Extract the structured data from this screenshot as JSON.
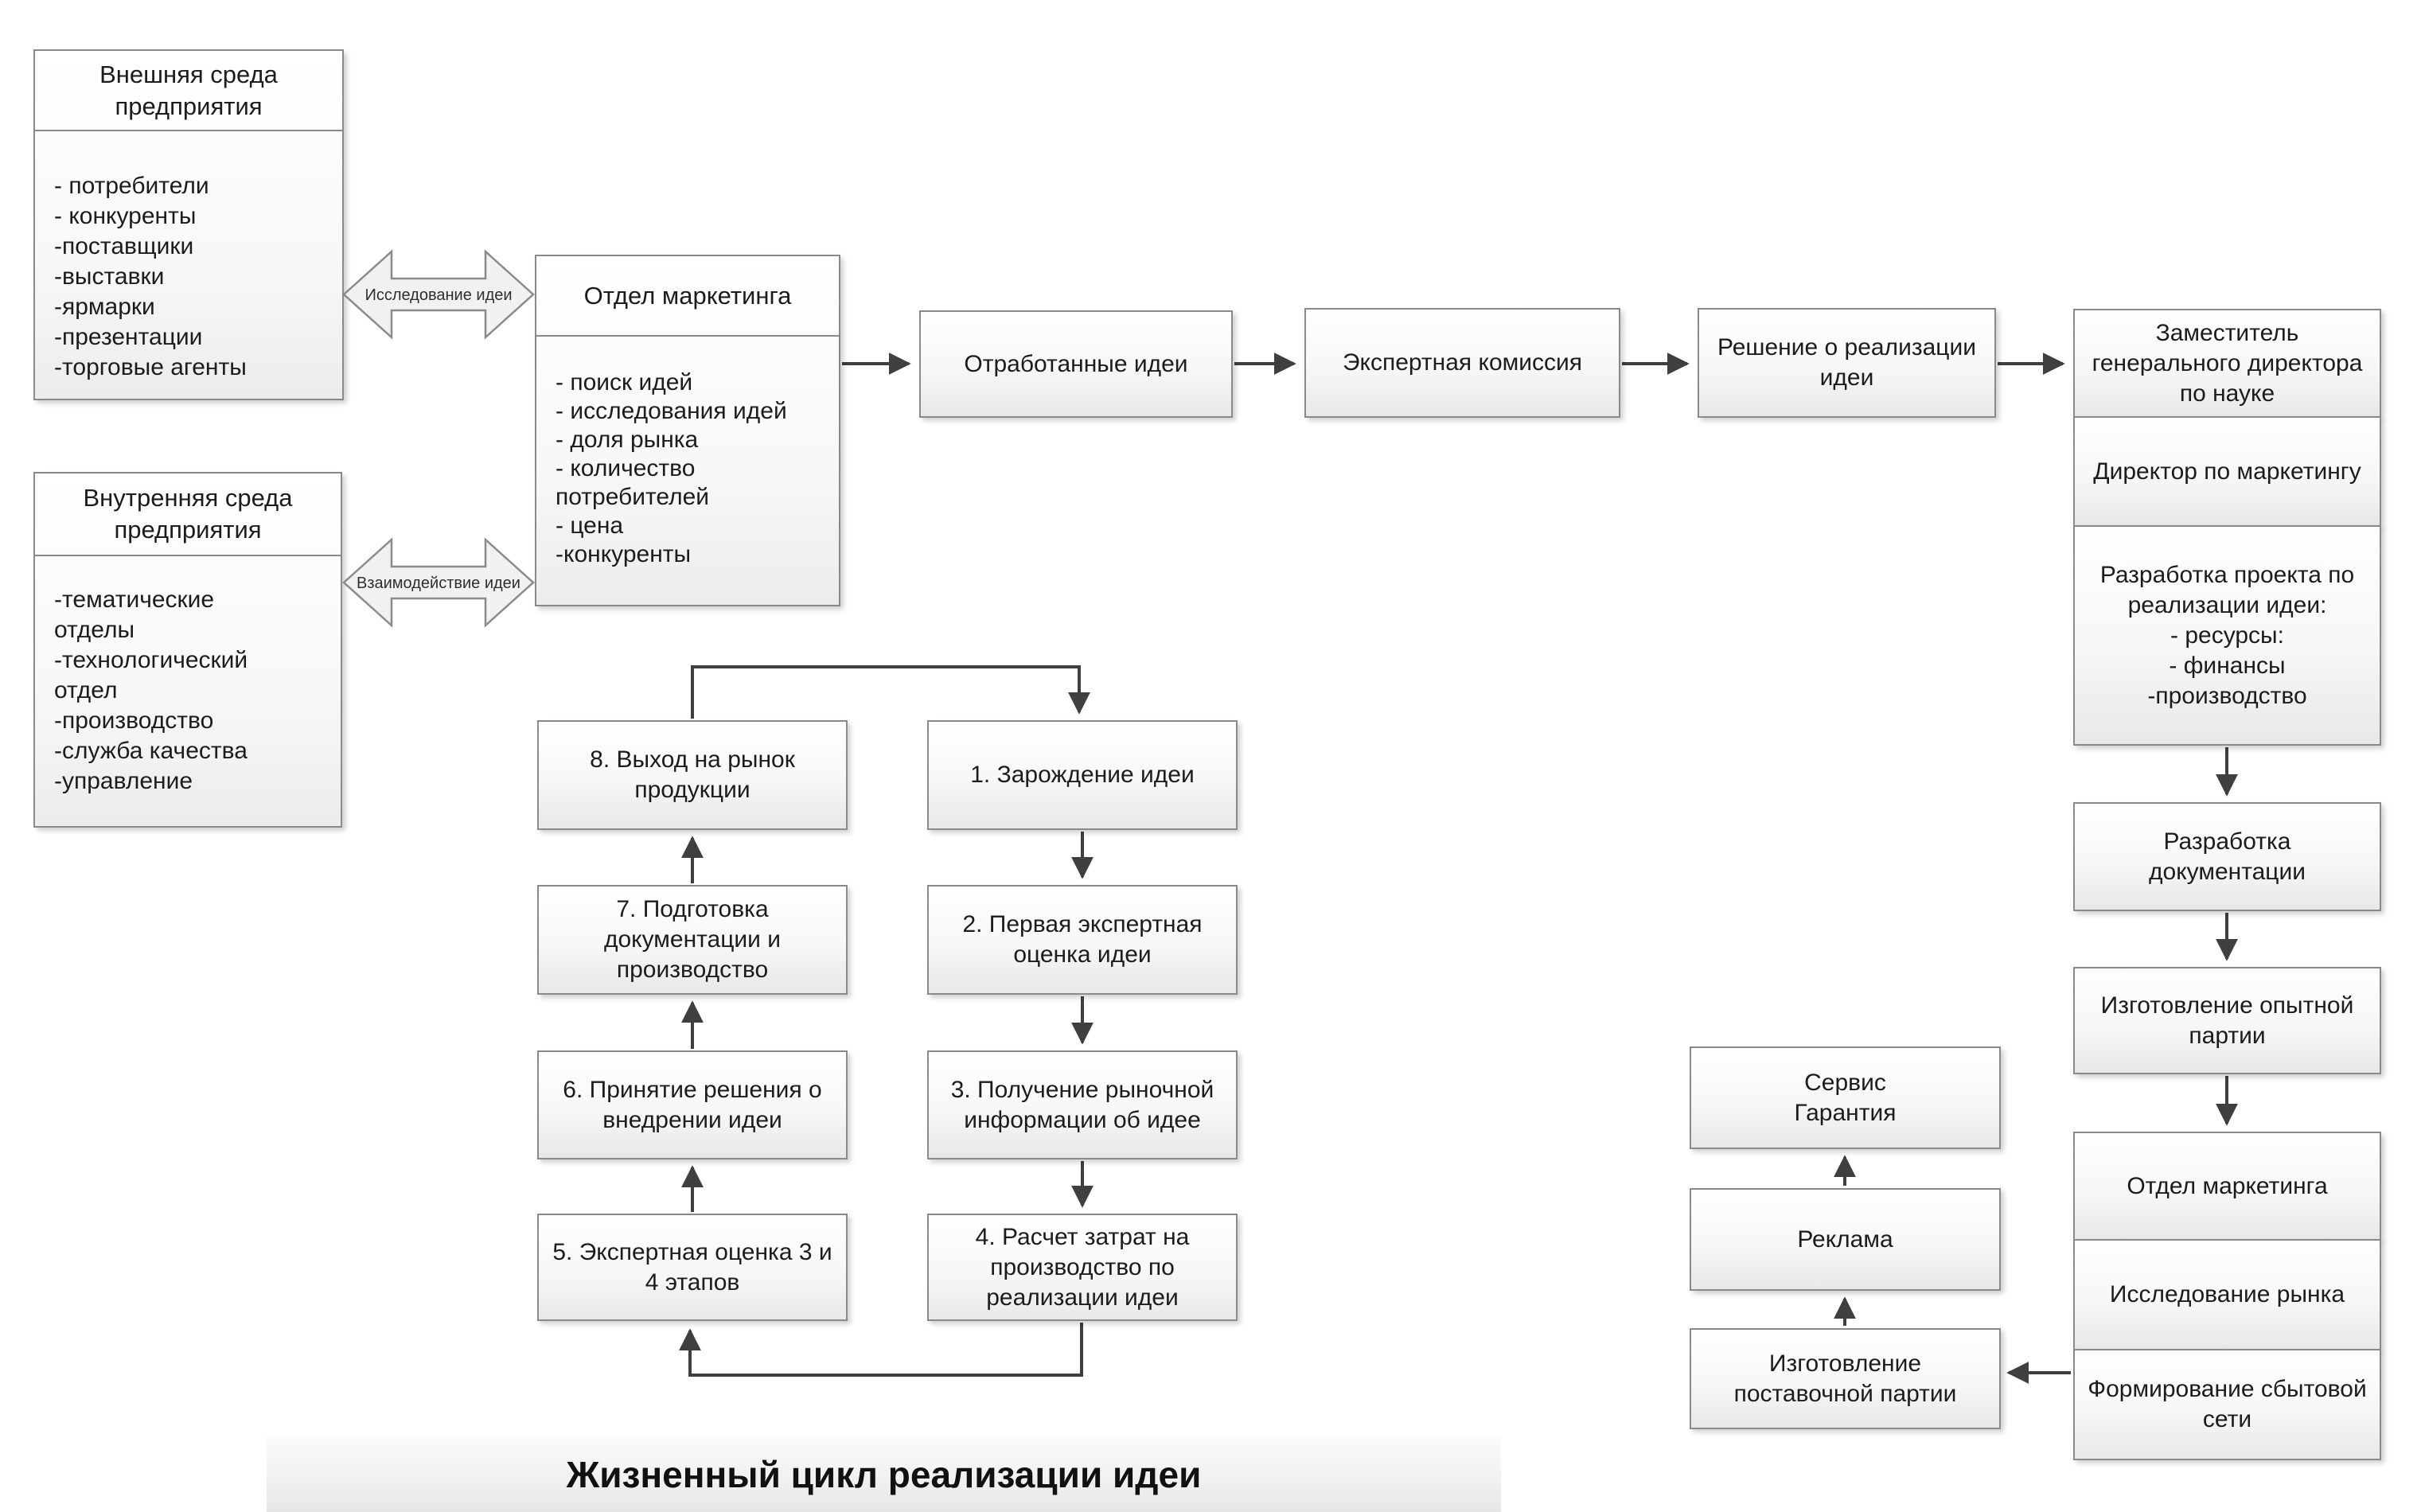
{
  "diagram_title": "Жизненный цикл реализации идеи",
  "colors": {
    "box_border": "#8a8a8a",
    "box_fill_top": "#ffffff",
    "box_fill_bottom": "#e8e8e8",
    "arrow": "#3f3f3f",
    "band_fill": "#ededed"
  },
  "external_env": {
    "title": "Внешняя среда предприятия",
    "items": [
      "- потребители",
      "- конкуренты",
      "-поставщики",
      "-выставки",
      "-ярмарки",
      "-презентации",
      "-торговые агенты"
    ]
  },
  "internal_env": {
    "title": "Внутренняя среда предприятия",
    "items": [
      "-тематические отделы",
      "-технологический отдел",
      "-производство",
      "-служба качества",
      "-управление"
    ]
  },
  "marketing_dept": {
    "title": "Отдел маркетинга",
    "items": [
      "- поиск идей",
      "- исследования идей",
      "- доля рынка",
      "- количество потребителей",
      "- цена",
      "-конкуренты"
    ]
  },
  "link_labels": {
    "research": "Исследование идеи",
    "interaction": "Взаимодействие идеи"
  },
  "top_flow": {
    "worked_ideas": "Отработанные идеи",
    "expert_commission": "Экспертная комиссия",
    "decision": "Решение о реализации идеи"
  },
  "right_chain": {
    "deputy": "Заместитель генерального директора по науке",
    "director": "Директор по маркетингу",
    "project": {
      "label": "Разработка проекта по реализации идеи:",
      "items": [
        "- ресурсы:",
        "- финансы",
        "-производство"
      ]
    },
    "documentation": "Разработка документации",
    "pilot_batch": "Изготовление опытной партии",
    "marketing": "Отдел маркетинга",
    "market_research": "Исследование рынка",
    "sales_network": "Формирование сбытовой сети"
  },
  "cycle": {
    "step1": "1. Зарождение идеи",
    "step2": "2. Первая экспертная оценка идеи",
    "step3": "3. Получение рыночной информации об идее",
    "step4": "4. Расчет затрат на производство по реализации идеи",
    "step5": "5. Экспертная оценка 3 и 4 этапов",
    "step6": "6. Принятие решения о внедрении идеи",
    "step7": "7. Подготовка документации и производство",
    "step8": "8. Выход на рынок продукции"
  },
  "service_chain": {
    "supply_batch": "Изготовление поставочной партии",
    "advertising": "Реклама",
    "service": "Сервис\nГарантия"
  }
}
